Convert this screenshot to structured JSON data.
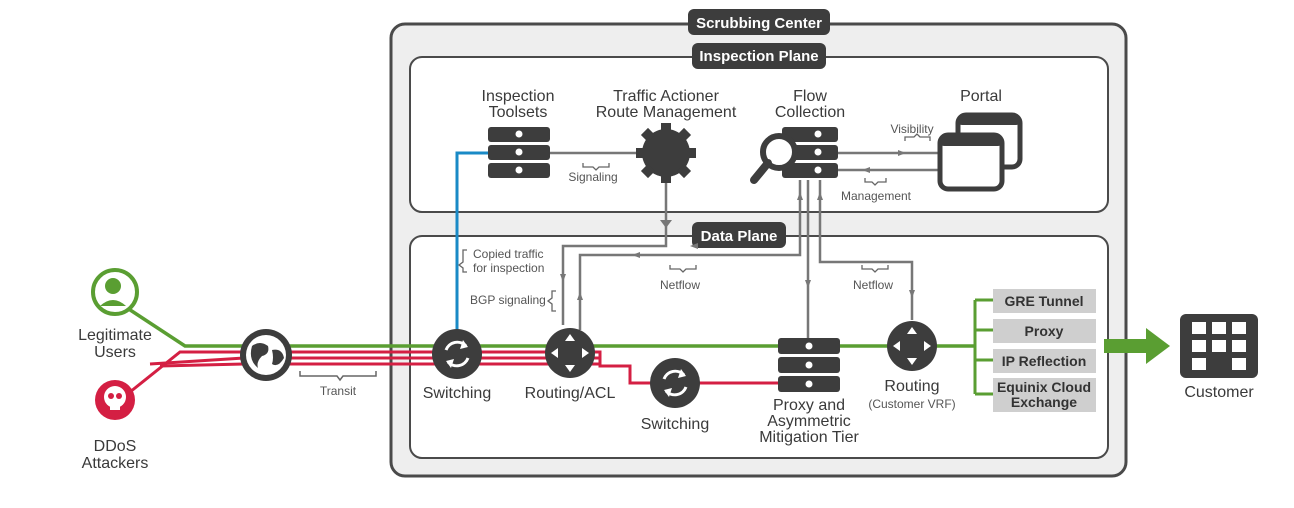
{
  "scrubbing_center": {
    "title": "Scrubbing Center"
  },
  "inspection_plane": {
    "title": "Inspection Plane",
    "inspection_toolsets": [
      "Inspection",
      "Toolsets"
    ],
    "traffic_actioner": [
      "Traffic Actioner",
      "Route Management"
    ],
    "flow_collection": [
      "Flow",
      "Collection"
    ],
    "portal": "Portal",
    "signaling": "Signaling",
    "visibility": "Visibility",
    "management": "Management"
  },
  "data_plane": {
    "title": "Data Plane",
    "copied_traffic": [
      "Copied traffic",
      "for inspection"
    ],
    "bgp_signaling": "BGP signaling",
    "netflow_left": "Netflow",
    "netflow_right": "Netflow",
    "switching_main": "Switching",
    "routing_acl": "Routing/ACL",
    "switching_lower": "Switching",
    "proxy_tier": [
      "Proxy and",
      "Asymmetric",
      "Mitigation Tier"
    ],
    "routing": "Routing",
    "routing_sub": "(Customer VRF)"
  },
  "outside": {
    "legitimate_users": [
      "Legitimate",
      "Users"
    ],
    "ddos_attackers": [
      "DDoS",
      "Attackers"
    ],
    "transit": "Transit",
    "customer": "Customer"
  },
  "options": [
    "GRE Tunnel",
    "Proxy",
    "IP Reflection",
    "Equinix Cloud Exchange"
  ],
  "colors": {
    "legit": "#5a9e32",
    "attack": "#d41f43",
    "copied": "#1a8ac6",
    "dark": "#3d3d3d",
    "box_fill": "#eeeeee",
    "option_fill": "#cfcfcf",
    "tag_fill": "#3d3d3d",
    "arrow_gray": "#777777"
  }
}
